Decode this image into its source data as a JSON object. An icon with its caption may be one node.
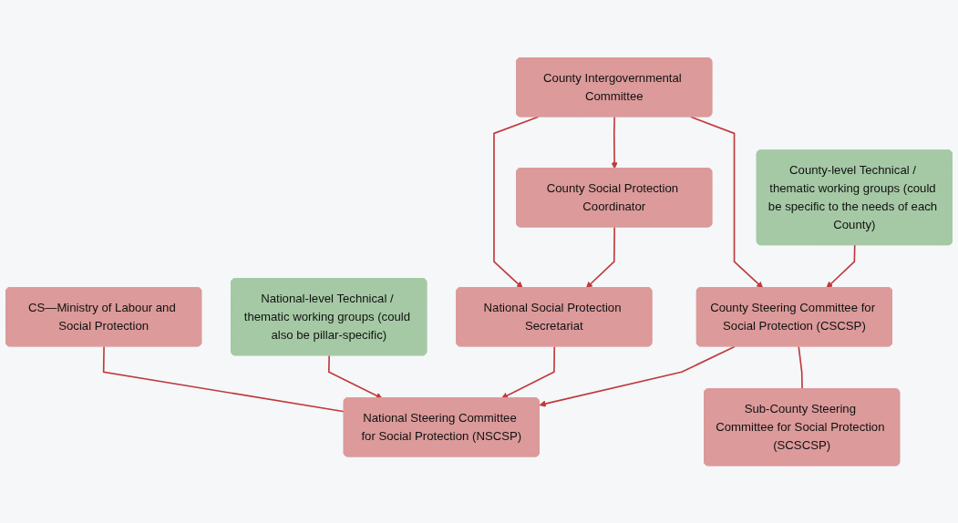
{
  "diagram": {
    "nodes": [
      {
        "text": [
          "CS—Ministry of Labour and Social Protection"
        ]
      },
      {
        "text": [
          "National-level Technical / thematic working groups (could also be pillar-specific)"
        ]
      },
      {
        "text": [
          "National Steering Committee for Social Protection (NSCSP)"
        ]
      },
      {
        "text": [
          "National Social Protection Secretariat"
        ]
      },
      {
        "text": [
          "County Intergovernmental Committee"
        ]
      },
      {
        "text": [
          "County-level Technical / thematic working groups (could be specific to the needs of each County)"
        ]
      },
      {
        "text": [
          "County Steering Committee for Social Protection (CSCSP)"
        ]
      },
      {
        "text": [
          "County Social Protection Coordinator"
        ]
      },
      {
        "text": [
          "Sub-County Steering Committee for Social Protection (SCSCSP)"
        ]
      }
    ],
    "edges": [
      {
        "from": 0,
        "to": 2,
        "arrow": "none"
      },
      {
        "from": 1,
        "to": 2,
        "arrow": "to"
      },
      {
        "from": 3,
        "to": 2,
        "arrow": "to"
      },
      {
        "from": 6,
        "to": 2,
        "arrow": "to"
      },
      {
        "from": 4,
        "to": 3,
        "arrow": "to"
      },
      {
        "from": 4,
        "to": 6,
        "arrow": "to"
      },
      {
        "from": 4,
        "to": 7,
        "arrow": "to"
      },
      {
        "from": 7,
        "to": 3,
        "arrow": "to"
      },
      {
        "from": 5,
        "to": 6,
        "arrow": "to"
      },
      {
        "from": 6,
        "to": 8,
        "arrow": "none"
      }
    ]
  }
}
